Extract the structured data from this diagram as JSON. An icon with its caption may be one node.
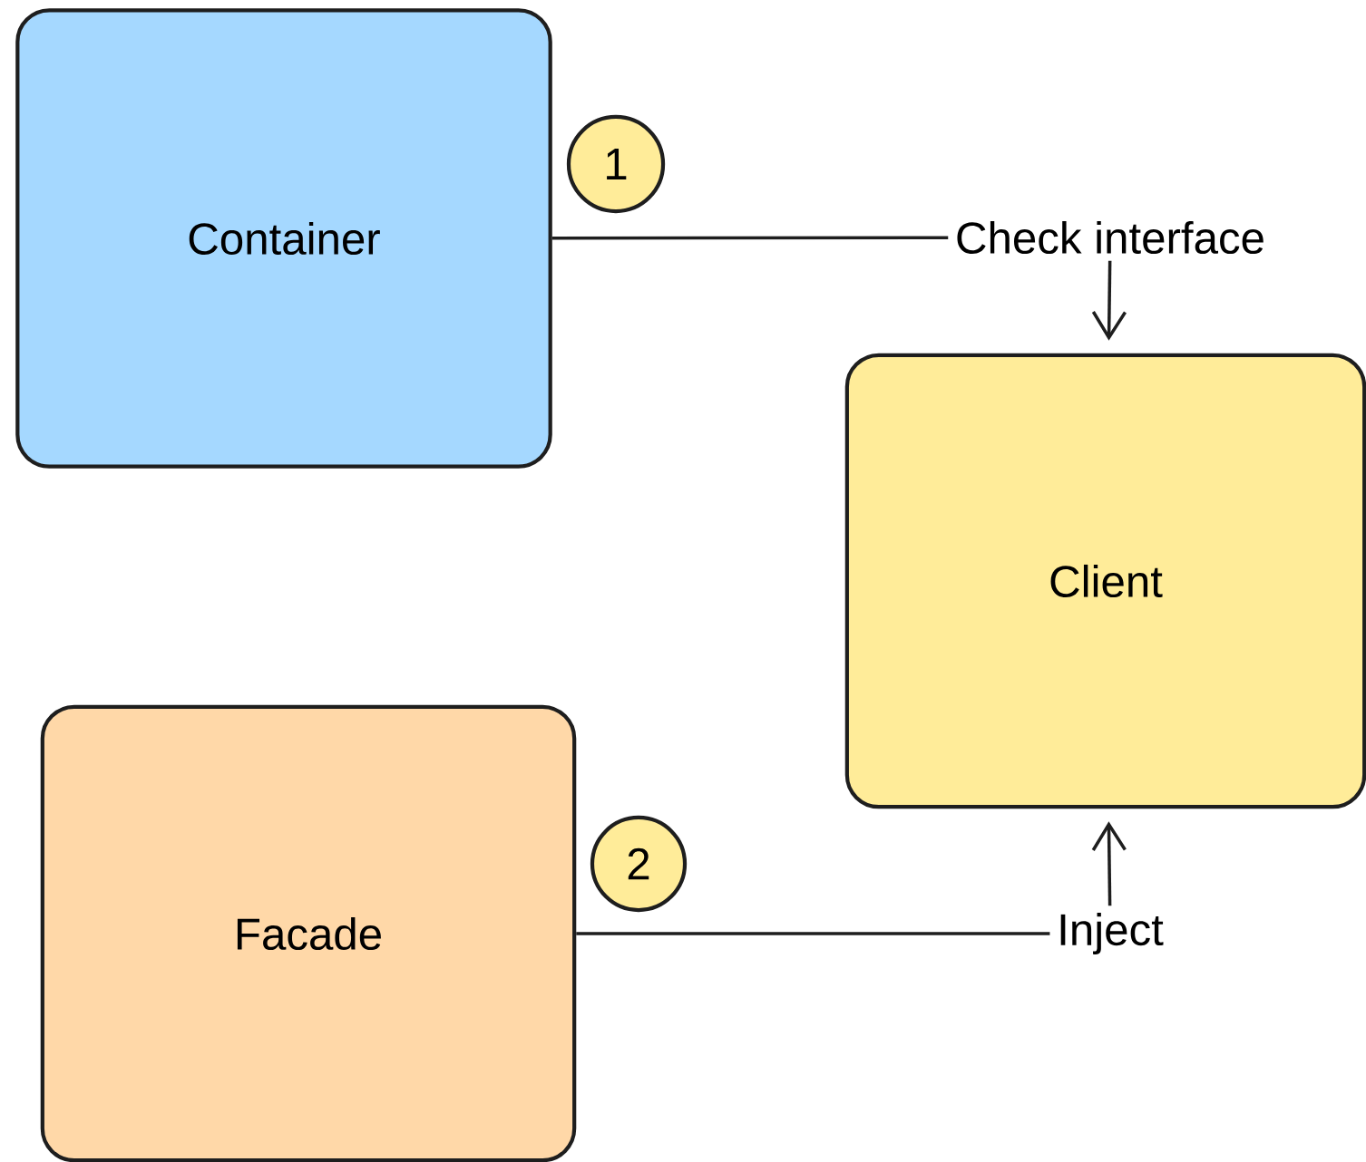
{
  "diagram": {
    "nodes": [
      {
        "text": [
          "Container"
        ]
      },
      {
        "text": [
          "1"
        ]
      },
      {
        "text": [
          "Check interface"
        ]
      },
      {
        "text": [
          "Client"
        ]
      },
      {
        "text": [
          "Facade"
        ]
      },
      {
        "text": [
          "2"
        ]
      },
      {
        "text": [
          "Inject"
        ]
      }
    ],
    "edges": [
      {
        "from": 0,
        "to": 2,
        "arrow": "none"
      },
      {
        "from": 2,
        "to": 3,
        "arrow": "to"
      },
      {
        "from": 4,
        "to": 6,
        "arrow": "none"
      },
      {
        "from": 6,
        "to": 3,
        "arrow": "to"
      }
    ]
  }
}
